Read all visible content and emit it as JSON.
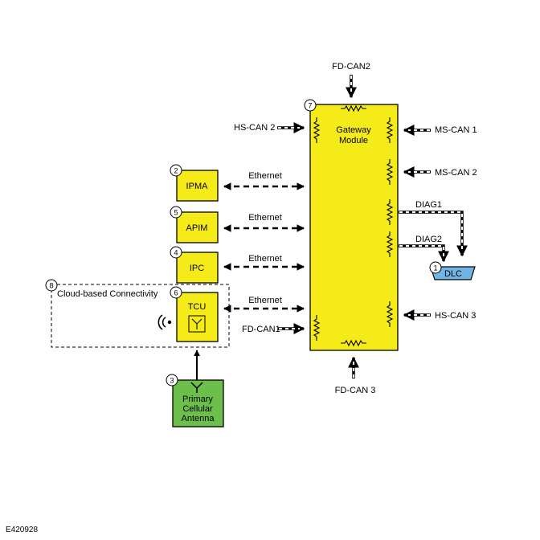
{
  "gateway": {
    "number": "7",
    "label_line1": "Gateway",
    "label_line2": "Module"
  },
  "modules": {
    "ipma": {
      "number": "2",
      "label": "IPMA"
    },
    "apim": {
      "number": "5",
      "label": "APIM"
    },
    "ipc": {
      "number": "4",
      "label": "IPC"
    },
    "tcu": {
      "number": "6",
      "label": "TCU"
    },
    "antenna": {
      "number": "3",
      "line1": "Primary",
      "line2": "Cellular",
      "line3": "Antenna"
    },
    "dlc": {
      "number": "1",
      "label": "DLC"
    },
    "cloud": {
      "number": "8",
      "label": "Cloud-based Connectivity"
    }
  },
  "networks": {
    "fd_can2": "FD-CAN2",
    "hs_can2": "HS-CAN 2",
    "ms_can1": "MS-CAN 1",
    "ms_can2": "MS-CAN 2",
    "diag1": "DIAG1",
    "diag2": "DIAG2",
    "hs_can3": "HS-CAN 3",
    "fd_can1": "FD-CAN1",
    "fd_can3": "FD-CAN 3",
    "ethernet": "Ethernet"
  },
  "figure_id": "E420928",
  "colors": {
    "module_fill": "#f5eb19",
    "antenna_fill": "#6dbf4c",
    "dlc_fill": "#6fb6e6"
  }
}
